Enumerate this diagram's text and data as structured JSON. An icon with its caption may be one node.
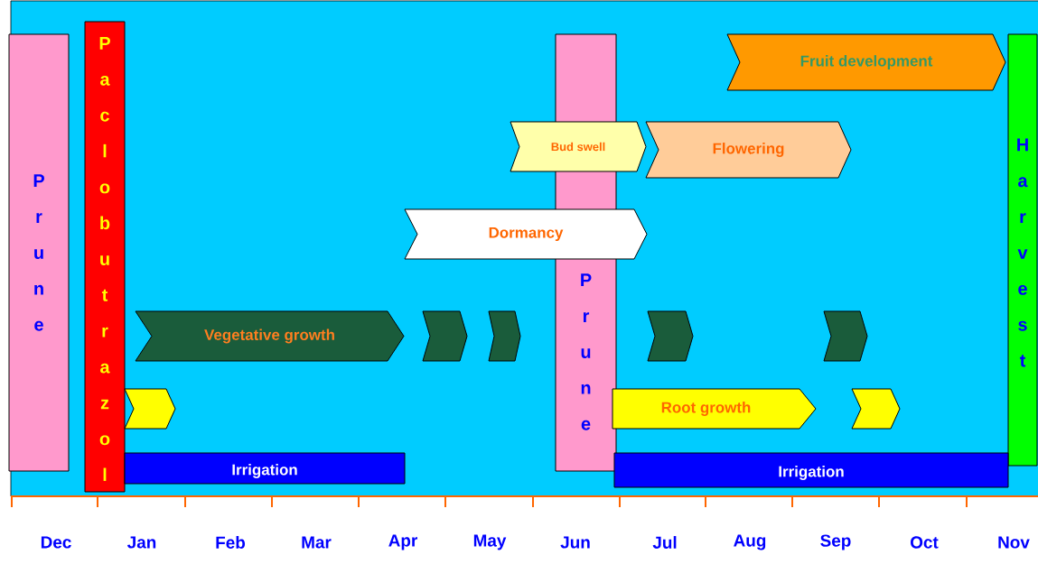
{
  "diagram": {
    "nodes": [
      {
        "text": [
          "Prune"
        ]
      },
      {
        "text": [
          "Paclobutrazol"
        ]
      },
      {
        "text": [
          "Fruit development"
        ]
      },
      {
        "text": [
          "Harvest"
        ]
      },
      {
        "text": [
          "Bud swell"
        ]
      },
      {
        "text": [
          "Flowering"
        ]
      },
      {
        "text": [
          "Prune"
        ]
      },
      {
        "text": [
          "Dormancy"
        ]
      },
      {
        "text": [
          "Vegetative growth"
        ]
      },
      {
        "text": [],
        "shape": "chevron"
      },
      {
        "text": [],
        "shape": "chevron"
      },
      {
        "text": [],
        "shape": "chevron"
      },
      {
        "text": [],
        "shape": "chevron"
      },
      {
        "text": [],
        "shape": "chevron"
      },
      {
        "text": [
          "Root growth"
        ]
      },
      {
        "text": [],
        "shape": "chevron"
      },
      {
        "text": [
          "Irrigation"
        ]
      },
      {
        "text": [
          "Irrigation"
        ]
      }
    ],
    "labels": [
      "Dec",
      "Jan",
      "Feb",
      "Mar",
      "Apr",
      "May",
      "Jun",
      "Jul",
      "Aug",
      "Sep",
      "Oct",
      "Nov"
    ]
  }
}
